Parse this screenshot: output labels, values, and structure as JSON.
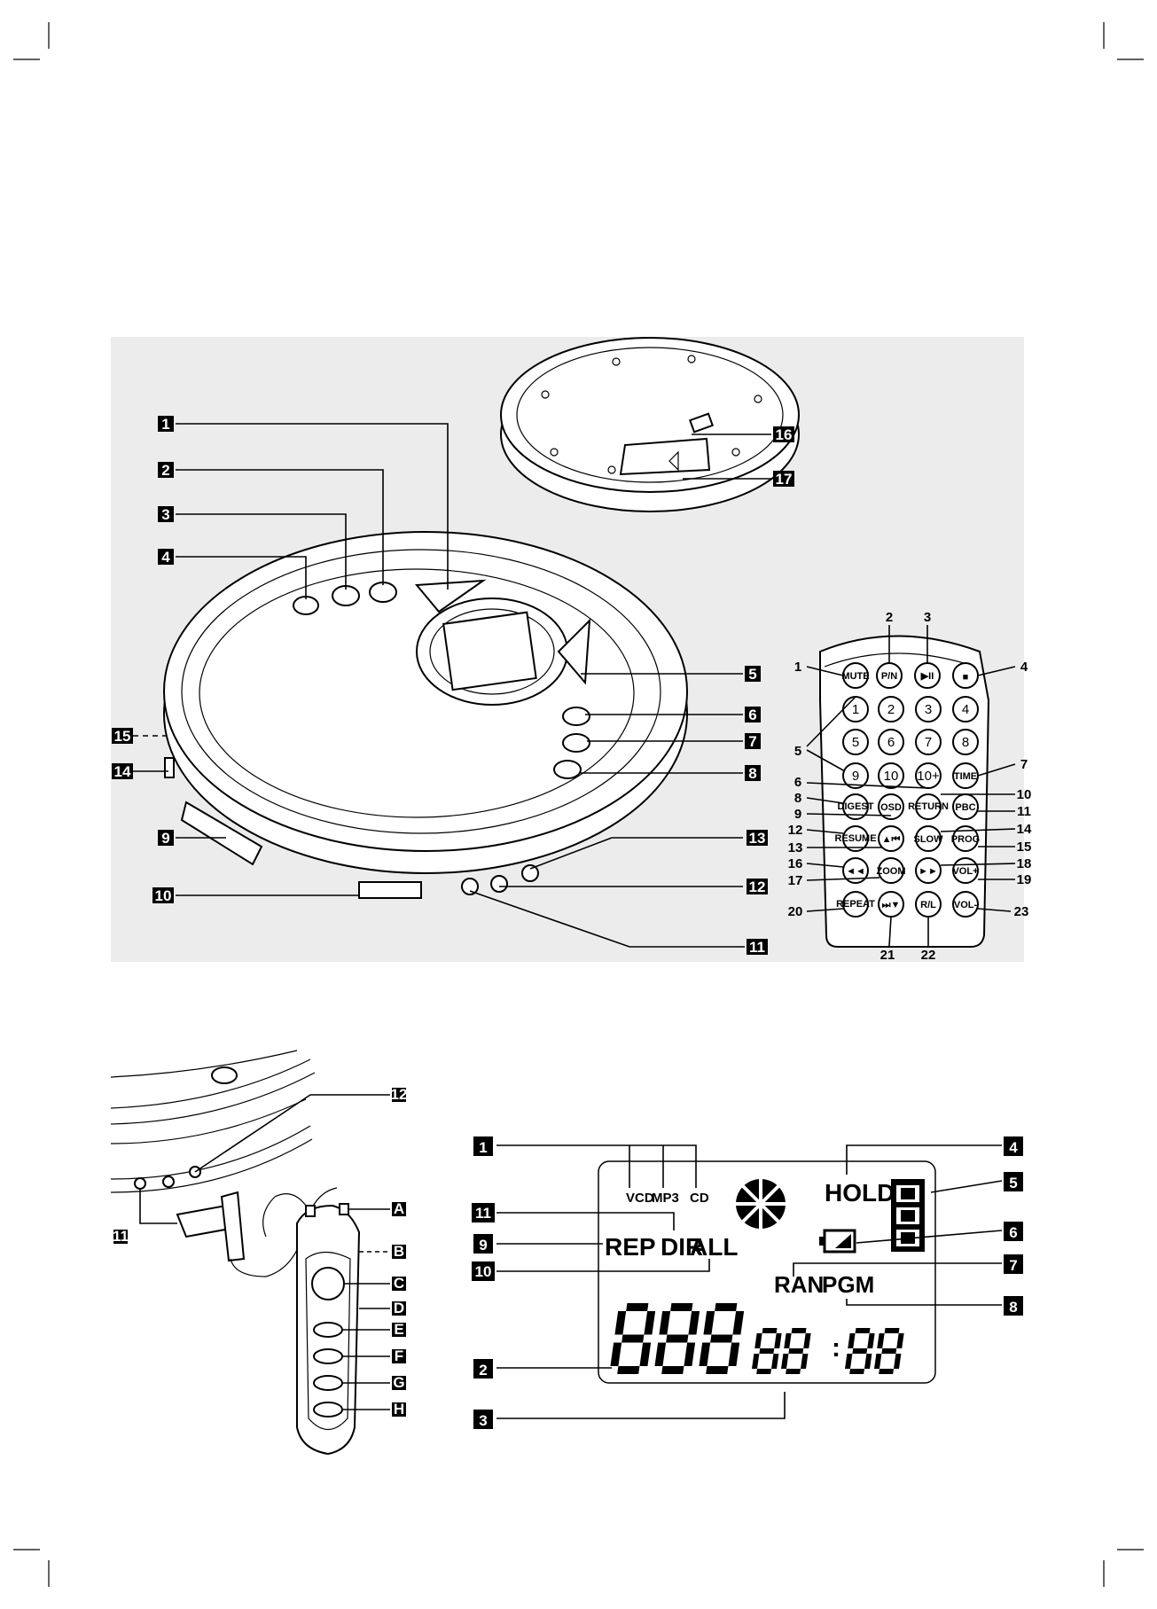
{
  "player_callouts": [
    "1",
    "2",
    "3",
    "4",
    "5",
    "6",
    "7",
    "8",
    "9",
    "10",
    "11",
    "12",
    "13",
    "14",
    "15",
    "16",
    "17"
  ],
  "remote": {
    "keys": {
      "mute": "MUTE",
      "pn": "P/N",
      "play_pause": "▶II",
      "stop": "■",
      "d1": "1",
      "d2": "2",
      "d3": "3",
      "d4": "4",
      "d5": "5",
      "d6": "6",
      "d7": "7",
      "d8": "8",
      "d9": "9",
      "d10": "10",
      "d10plus": "10+",
      "time": "TIME",
      "digest": "DIGEST",
      "osd": "OSD",
      "return": "RETURN",
      "pbc": "PBC",
      "resume": "RESUME",
      "prev": "▲⏮",
      "slow": "SLOW",
      "prog": "PROG",
      "rew": "◄◄",
      "zoom": "ZOOM",
      "ff": "►►",
      "volup": "VOL+",
      "repeat": "REPEAT",
      "next": "⏭▼",
      "rl": "R/L",
      "voldown": "VOL-"
    },
    "labels": [
      "1",
      "2",
      "3",
      "4",
      "5",
      "6",
      "7",
      "8",
      "9",
      "10",
      "11",
      "12",
      "13",
      "14",
      "15",
      "16",
      "17",
      "18",
      "19",
      "20",
      "21",
      "22",
      "23"
    ]
  },
  "earphone": {
    "callouts": [
      "12",
      "11"
    ],
    "letters": [
      "A",
      "B",
      "C",
      "D",
      "E",
      "F",
      "G",
      "H"
    ]
  },
  "lcd": {
    "vcd": "VCD",
    "mp3": "MP3",
    "cd": "CD",
    "hold": "HOLD",
    "rep": "REP",
    "dir": "DIR",
    "all": "ALL",
    "ran": "RAN",
    "pgm": "PGM",
    "colon": ":",
    "callouts": [
      "1",
      "2",
      "3",
      "4",
      "5",
      "6",
      "7",
      "8",
      "9",
      "10",
      "11"
    ]
  }
}
